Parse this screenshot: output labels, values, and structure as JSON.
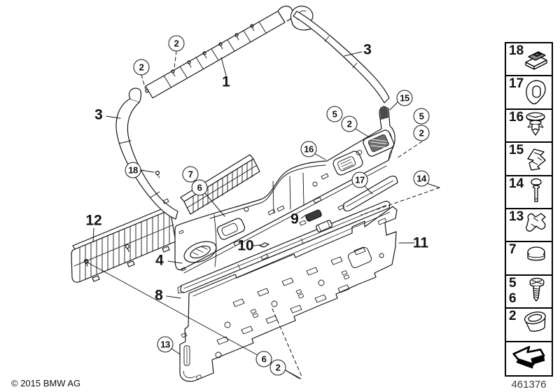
{
  "diagram": {
    "callouts": [
      "2",
      "2",
      "15",
      "5",
      "2",
      "5",
      "2",
      "16",
      "18",
      "7",
      "6",
      "17",
      "14",
      "13",
      "6",
      "2"
    ],
    "part_labels": [
      "1",
      "3",
      "3",
      "4",
      "8",
      "9",
      "10",
      "11",
      "12"
    ]
  },
  "sidebar": {
    "cells": [
      {
        "numbers": [
          "18"
        ],
        "icon": "bracket-module-icon"
      },
      {
        "numbers": [
          "17"
        ],
        "icon": "cover-grommet-icon"
      },
      {
        "numbers": [
          "16"
        ],
        "icon": "expanding-rivet-icon"
      },
      {
        "numbers": [
          "15"
        ],
        "icon": "spring-clip-icon"
      },
      {
        "numbers": [
          "14"
        ],
        "icon": "pin-icon"
      },
      {
        "numbers": [
          "13"
        ],
        "icon": "wire-clip-icon"
      },
      {
        "numbers": [
          "7"
        ],
        "icon": "cap-plug-icon"
      },
      {
        "numbers": [
          "5",
          "6"
        ],
        "icon": "screw-icon"
      },
      {
        "numbers": [
          "2"
        ],
        "icon": "oval-grommet-icon"
      },
      {
        "numbers": [],
        "icon": "direction-arrow-icon"
      }
    ]
  },
  "footer": {
    "copyright": "© 2015 BMW AG",
    "document_number": "461376"
  },
  "colors": {
    "line": "#151515",
    "background": "#ffffff",
    "muted_number": "#3c3c3c"
  }
}
